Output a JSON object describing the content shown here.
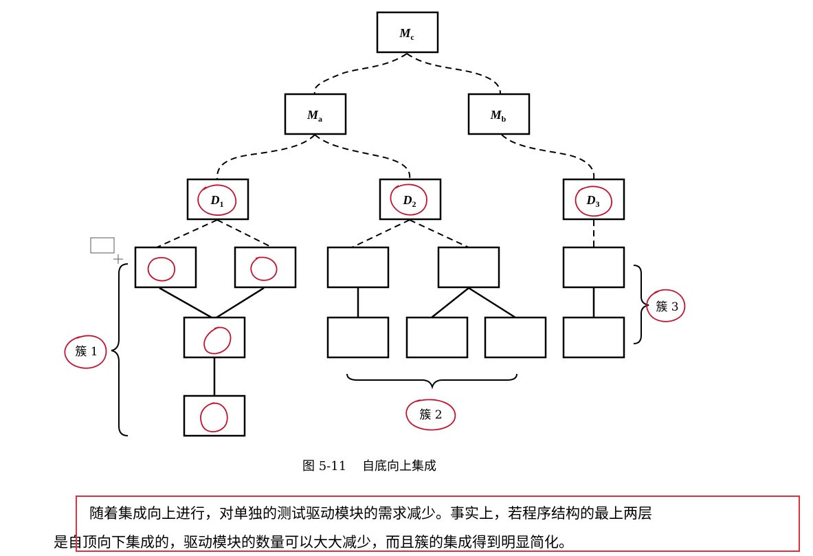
{
  "diagram": {
    "modules": {
      "mc": {
        "main": "M",
        "sub": "c"
      },
      "ma": {
        "main": "M",
        "sub": "a"
      },
      "mb": {
        "main": "M",
        "sub": "b"
      },
      "d1": {
        "main": "D",
        "sub": "1"
      },
      "d2": {
        "main": "D",
        "sub": "2"
      },
      "d3": {
        "main": "D",
        "sub": "3"
      }
    },
    "clusters": {
      "c1": "簇 1",
      "c2": "簇 2",
      "c3": "簇 3"
    }
  },
  "caption": "图 5-11    自底向上集成",
  "paragraph": {
    "line1": "随着集成向上进行，对单独的测试驱动模块的需求减少。事实上，若程序结构的最上两层",
    "line2": "是自顶向下集成的，驱动模块的数量可以大大减少，而且簇的集成得到明显简化。"
  },
  "colors": {
    "annotation": "#c8102e",
    "highlight": "#e0303c",
    "stroke": "#000000"
  }
}
